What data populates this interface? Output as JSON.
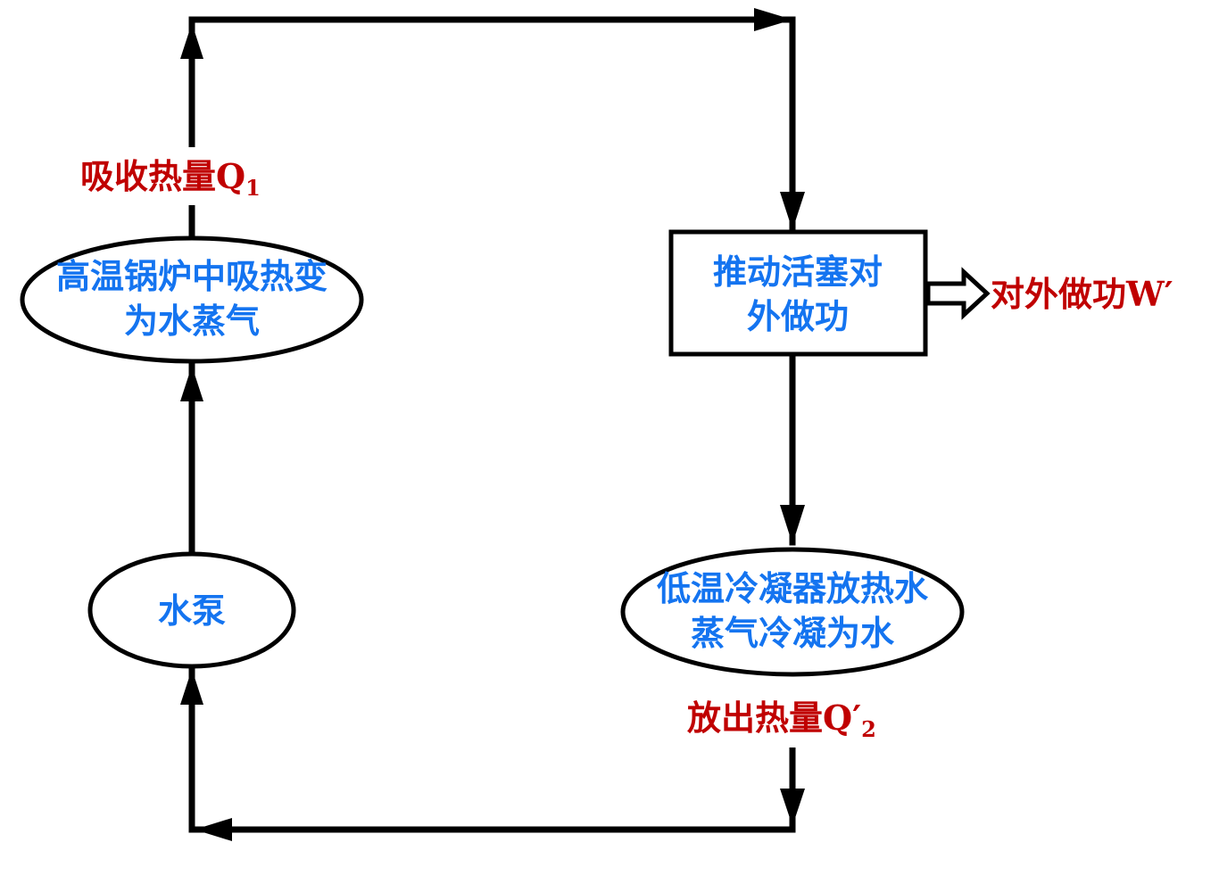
{
  "diagram": {
    "colors": {
      "node_text": "#1474f0",
      "label_text": "#c00000",
      "line": "#000000"
    },
    "nodes": {
      "boiler": {
        "line1": "高温锅炉中吸热变",
        "line2": "为水蒸气"
      },
      "piston": {
        "line1": "推动活塞对",
        "line2": "外做功"
      },
      "condenser": {
        "line1": "低温冷凝器放热水",
        "line2": "蒸气冷凝为水"
      },
      "pump": {
        "text": "水泵"
      }
    },
    "labels": {
      "absorb_heat": {
        "text": "吸收热量Q",
        "sub": "1"
      },
      "work_out": {
        "text": "对外做功W′"
      },
      "release_heat": {
        "text": "放出热量Q′",
        "sub": "2"
      }
    }
  }
}
